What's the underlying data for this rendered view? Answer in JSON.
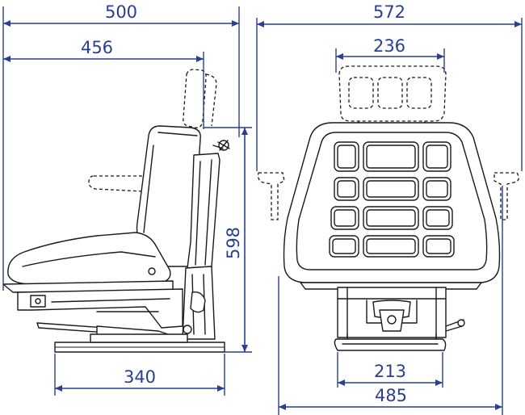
{
  "colors": {
    "dimension": "#2a3f8f",
    "drawing": "#1a1a1a",
    "background": "#ffffff"
  },
  "dimensions": {
    "side_total_depth": "500",
    "side_seat_depth": "456",
    "side_height": "598",
    "side_base_length": "340",
    "front_total_width": "572",
    "front_headrest_width": "236",
    "front_base_width": "213",
    "front_seat_width": "485"
  }
}
